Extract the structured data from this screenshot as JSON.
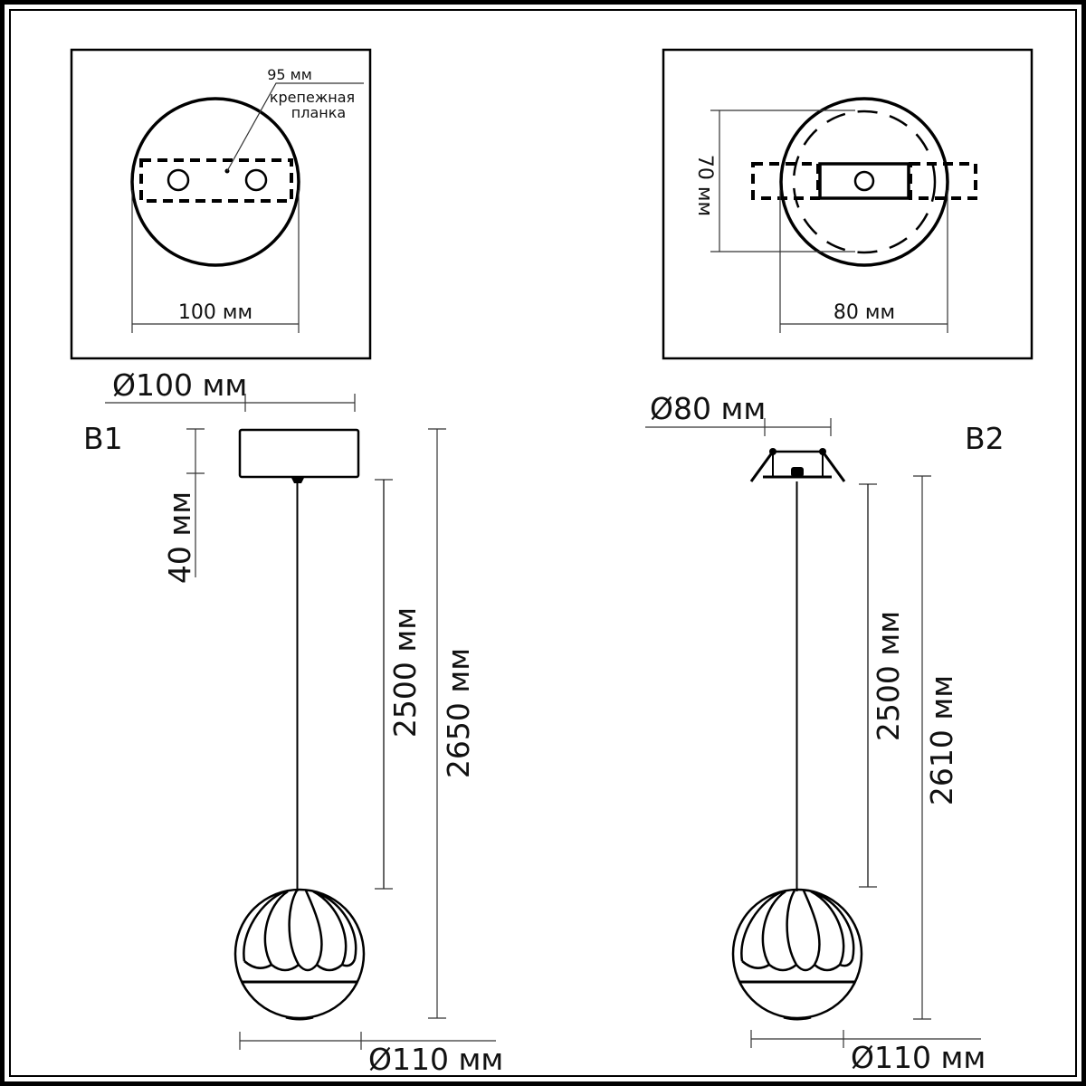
{
  "top_left_view": {
    "width_label": "100 мм",
    "plate_length_label": "95 мм",
    "plate_caption_line1": "крепежная",
    "plate_caption_line2": "планка"
  },
  "top_right_view": {
    "width_label": "80 мм",
    "height_label": "70 мм"
  },
  "variant_b1": {
    "tag": "B1",
    "canopy_diameter": "Ø100 мм",
    "canopy_height": "40 мм",
    "cable_length": "2500 мм",
    "total_length": "2650 мм",
    "shade_diameter": "Ø110 мм"
  },
  "variant_b2": {
    "tag": "B2",
    "cutout_diameter": "Ø80 мм",
    "cable_length": "2500 мм",
    "total_length": "2610 мм",
    "shade_diameter": "Ø110 мм"
  },
  "colors": {
    "line": "#000000",
    "dimension_line": "#333333",
    "background": "#ffffff"
  }
}
